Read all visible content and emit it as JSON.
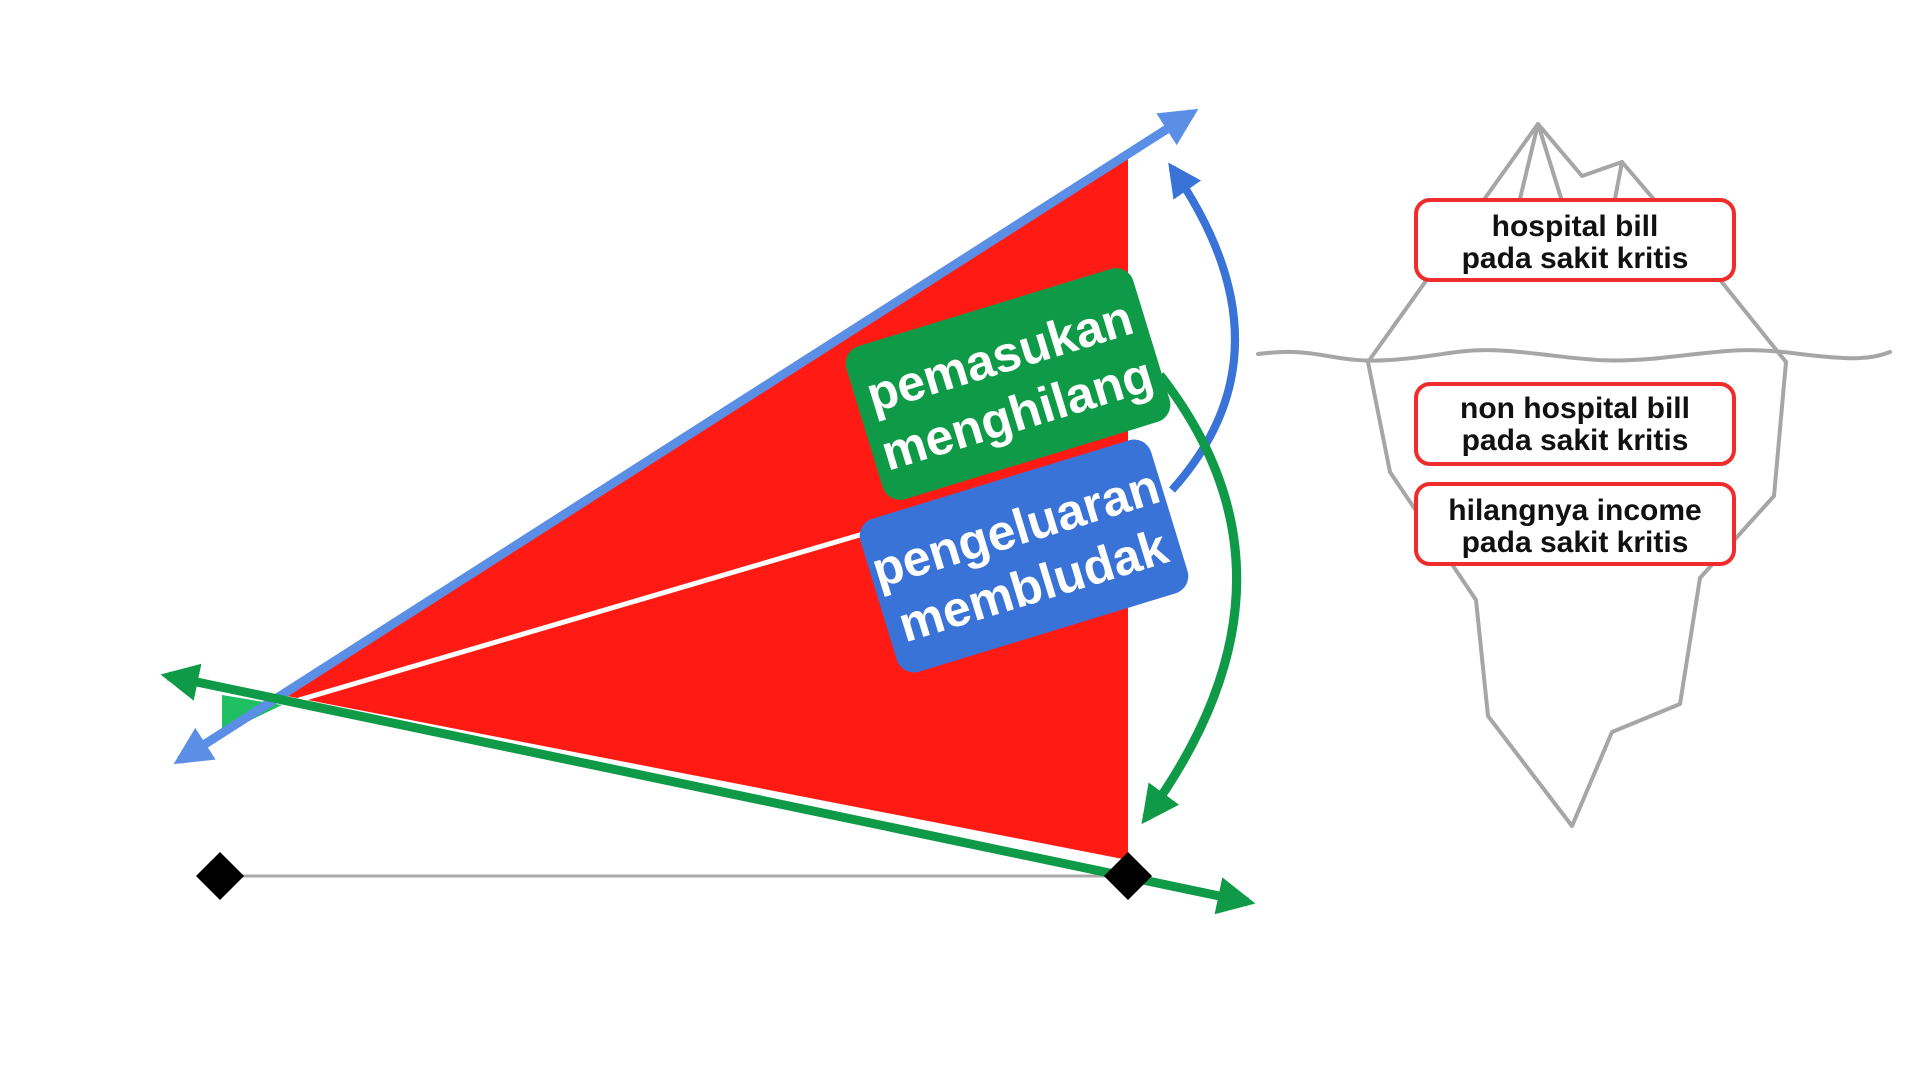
{
  "diagram": {
    "income_label": {
      "line1": "pemasukan",
      "line2": "menghilang"
    },
    "expense_label": {
      "line1": "pengeluaran",
      "line2": "membludak"
    },
    "iceberg_boxes": [
      {
        "line1": "hospital bill",
        "line2": "pada sakit kritis"
      },
      {
        "line1": "non hospital bill",
        "line2": "pada sakit kritis"
      },
      {
        "line1": "hilangnya income",
        "line2": "pada sakit kritis"
      }
    ],
    "colors": {
      "gap_fill": "#ff1a14",
      "income_green": "#0f9a48",
      "expense_blue": "#3a73d8",
      "box_border": "#ef2b2b",
      "iceberg_gray": "#a6a6a6",
      "baseline_gray": "#aaaaaa",
      "marker_black": "#000000"
    }
  }
}
